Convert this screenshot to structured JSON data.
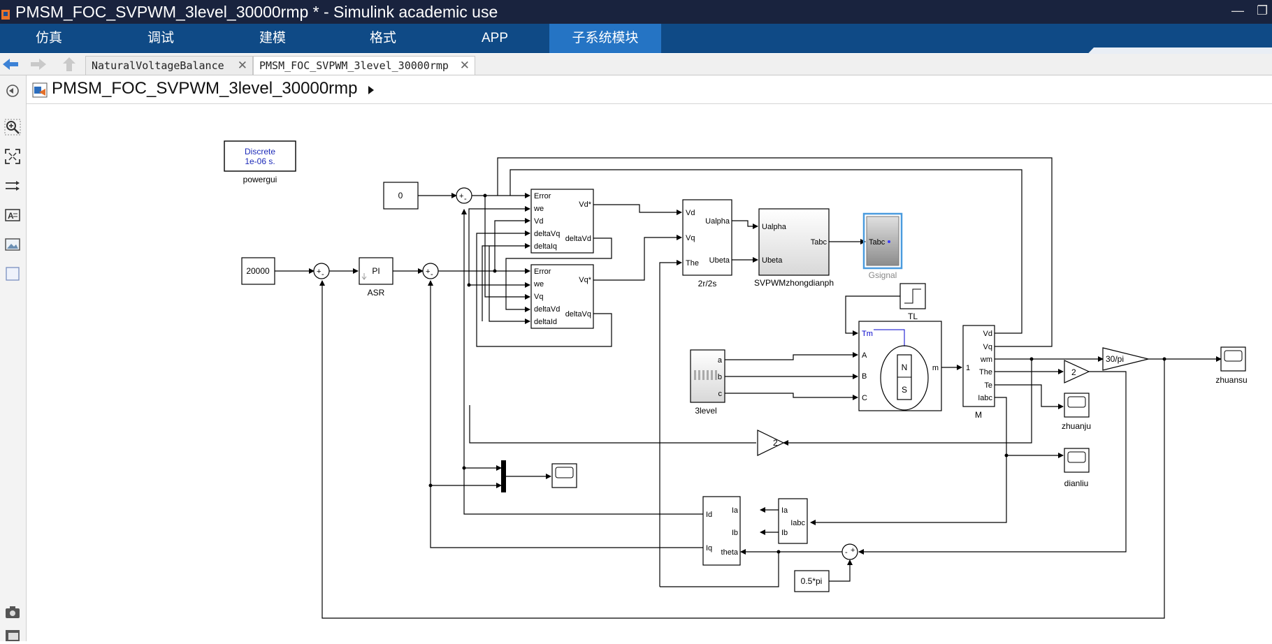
{
  "window": {
    "title": "PMSM_FOC_SVPWM_3level_30000rmp * - Simulink academic use"
  },
  "menu": [
    {
      "label": "仿真"
    },
    {
      "label": "调试"
    },
    {
      "label": "建模"
    },
    {
      "label": "格式"
    },
    {
      "label": "APP"
    },
    {
      "label": "子系统模块",
      "active": true
    }
  ],
  "quick_access_icons": [
    "save-icon",
    "undo-icon",
    "redo-icon",
    "search-icon",
    "more-commands-icon",
    "dropdown-icon",
    "help-icon"
  ],
  "tabs": [
    {
      "label": "NaturalVoltageBalance"
    },
    {
      "label": "PMSM_FOC_SVPWM_3level_30000rmp",
      "active": true
    }
  ],
  "breadcrumb": {
    "model": "PMSM_FOC_SVPWM_3level_30000rmp"
  },
  "palette_icons": [
    "hide-browser-icon",
    "zoom-in-icon",
    "fit-view-icon",
    "arrows-icon",
    "annotation-icon",
    "image-icon",
    "area-icon",
    "screenshot-icon",
    "model-browser-icon"
  ],
  "colors": {
    "titlebar": "#19233e",
    "menubar": "#0f4a86",
    "active_menu": "#2574c4",
    "gsignal_highlight": "#4a9bde",
    "tm_port": "#0000cc"
  },
  "diagram": {
    "powergui": {
      "line1": "Discrete",
      "line2": "1e-06 s.",
      "name": "powergui"
    },
    "constants": {
      "zero": "0",
      "speed_ref": "20000",
      "offset": "0.5*pi"
    },
    "asr": {
      "content": "PI",
      "name": "ASR"
    },
    "sum_signs": {
      "plus": "+",
      "minus": "-"
    },
    "ctrl1": {
      "in": [
        "Error",
        "we",
        "Vd",
        "deltaVq",
        "deltaIq"
      ],
      "out": [
        "Vd*",
        "deltaVd"
      ]
    },
    "ctrl2": {
      "in": [
        "Error",
        "we",
        "Vq",
        "deltaVd",
        "deltaId"
      ],
      "out": [
        "Vq*",
        "deltaVq"
      ]
    },
    "r2s": {
      "in": [
        "Vd",
        "Vq",
        "The"
      ],
      "out": [
        "Ualpha",
        "Ubeta"
      ],
      "name": "2r/2s"
    },
    "svpwm": {
      "in": [
        "Ualpha",
        "Ubeta"
      ],
      "out": [
        "Tabc"
      ],
      "name": "SVPWMzhongdianph"
    },
    "gsignal": {
      "port": "Tabc",
      "name": "Gsignal"
    },
    "tl": {
      "name": "TL"
    },
    "inverter": {
      "out": [
        "a",
        "b",
        "c"
      ],
      "name": "3level"
    },
    "motor": {
      "in": [
        "Tm",
        "A",
        "B",
        "C"
      ],
      "out": [
        "m"
      ],
      "rotor": [
        "N",
        "S"
      ]
    },
    "meas": {
      "in": [
        "1"
      ],
      "out": [
        "Vd",
        "Vq",
        "wm",
        "The",
        "Te",
        "Iabc"
      ],
      "name": "M"
    },
    "gains": {
      "pole_pairs": "2",
      "rpm": "30/pi",
      "feedback": "2"
    },
    "scopes": {
      "zhuansu": "zhuansu",
      "zhuanju": "zhuanju",
      "dianliu": "dianliu"
    },
    "abc_sel": {
      "in": [
        "Iabc"
      ],
      "out": [
        "Ia",
        "Ib"
      ]
    },
    "park": {
      "in": [
        "Ia",
        "Ib",
        "theta"
      ],
      "out": [
        "Id",
        "Iq"
      ]
    }
  }
}
